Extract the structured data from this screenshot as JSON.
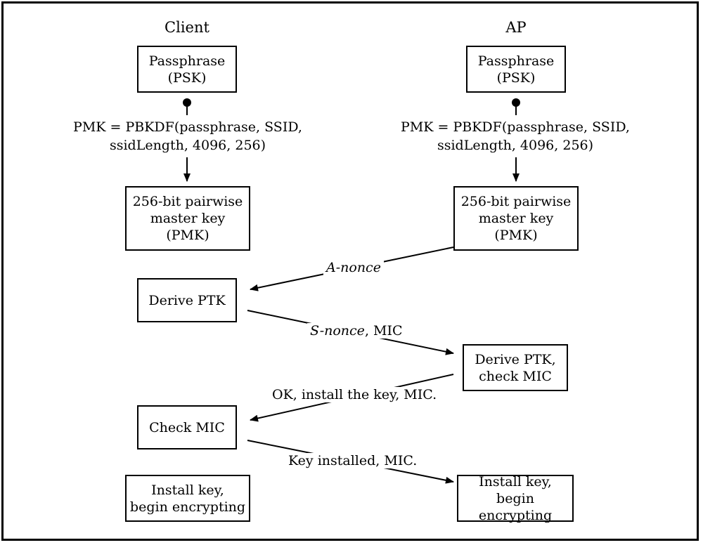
{
  "columns": {
    "client": "Client",
    "ap": "AP"
  },
  "client": {
    "passphrase": [
      "Passphrase",
      "(PSK)"
    ],
    "formula": [
      "PMK = PBKDF(passphrase, SSID,",
      "ssidLength, 4096, 256)"
    ],
    "pmk": [
      "256-bit pairwise",
      "master key",
      "(PMK)"
    ],
    "derive_ptk": [
      "Derive PTK"
    ],
    "check_mic": [
      "Check MIC"
    ],
    "install": [
      "Install key,",
      "begin encrypting"
    ]
  },
  "ap": {
    "passphrase": [
      "Passphrase",
      "(PSK)"
    ],
    "formula": [
      "PMK = PBKDF(passphrase, SSID,",
      "ssidLength, 4096, 256)"
    ],
    "pmk": [
      "256-bit pairwise",
      "master key",
      "(PMK)"
    ],
    "derive_ptk": [
      "Derive PTK,",
      "check MIC"
    ],
    "install": [
      "Install key,",
      "begin encrypting"
    ]
  },
  "messages": {
    "m1": {
      "italic": "A-nonce",
      "rest": ""
    },
    "m2": {
      "italic": "S-nonce",
      "rest": ", MIC"
    },
    "m3": {
      "italic": "",
      "rest": "OK, install the key, MIC."
    },
    "m4": {
      "italic": "",
      "rest": "Key installed, MIC."
    }
  }
}
